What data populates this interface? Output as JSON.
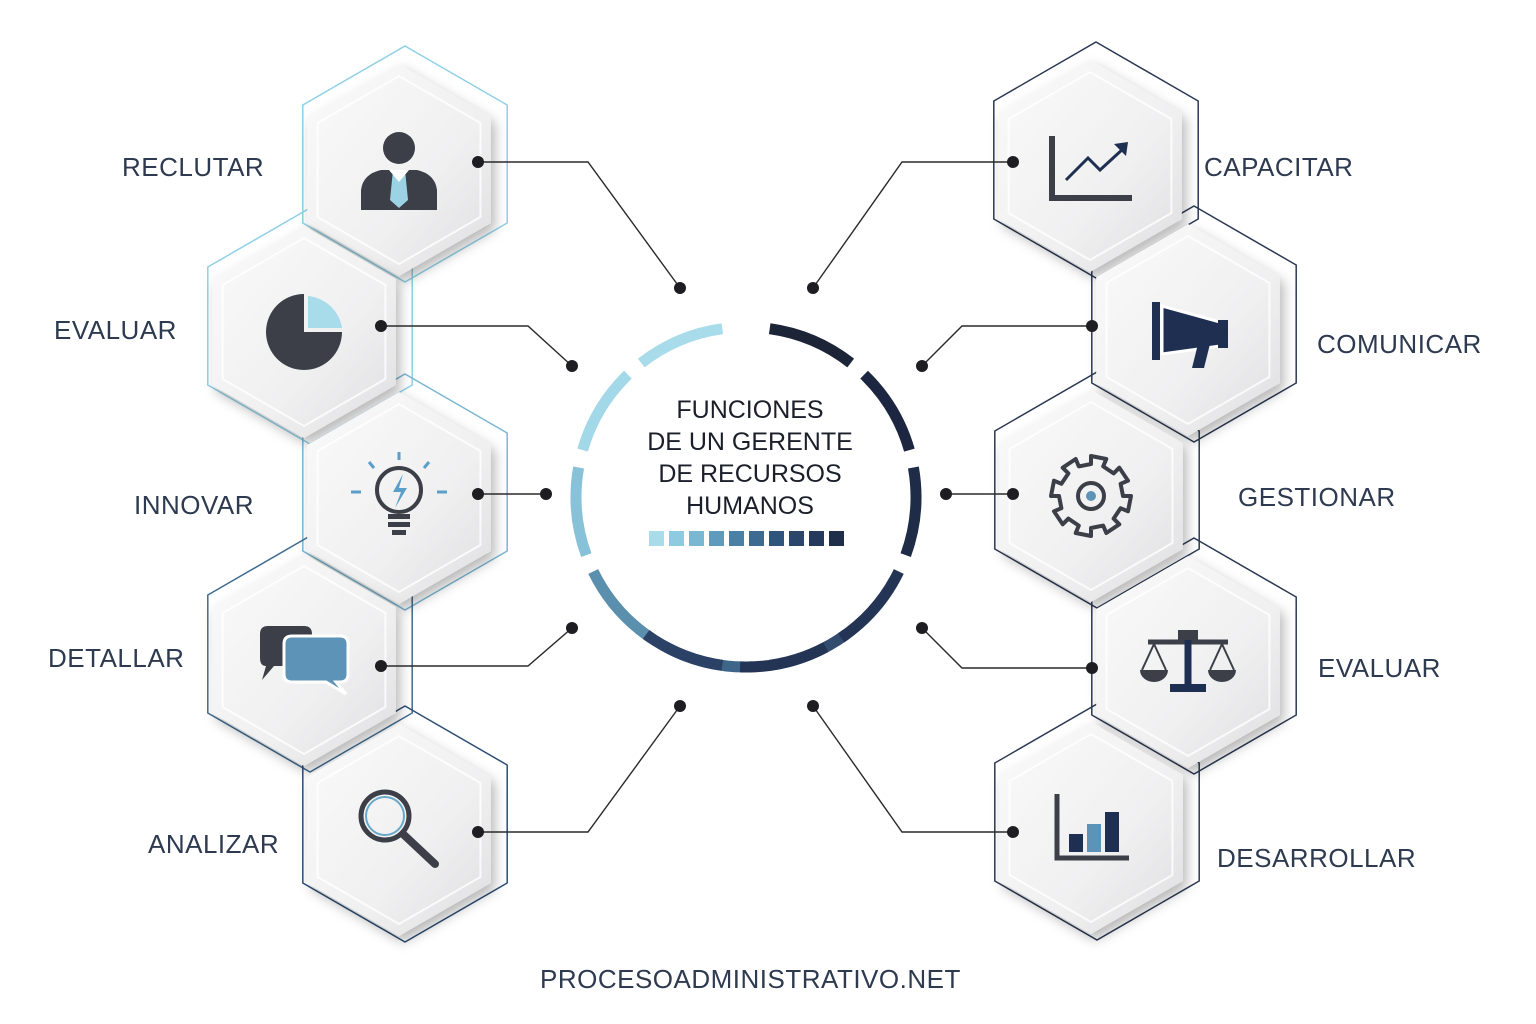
{
  "center": {
    "title_lines": [
      "FUNCIONES",
      "DE UN GERENTE",
      "DE RECURSOS",
      "HUMANOS"
    ]
  },
  "left_items": [
    {
      "label": "RECLUTAR",
      "icon": "person-icon"
    },
    {
      "label": "EVALUAR",
      "icon": "pie-chart-icon"
    },
    {
      "label": "INNOVAR",
      "icon": "lightbulb-icon"
    },
    {
      "label": "DETALLAR",
      "icon": "chat-bubbles-icon"
    },
    {
      "label": "ANALIZAR",
      "icon": "magnifier-icon"
    }
  ],
  "right_items": [
    {
      "label": "CAPACITAR",
      "icon": "growth-chart-icon"
    },
    {
      "label": "COMUNICAR",
      "icon": "megaphone-icon"
    },
    {
      "label": "GESTIONAR",
      "icon": "gear-icon"
    },
    {
      "label": "EVALUAR",
      "icon": "scale-icon"
    },
    {
      "label": "DESARROLLAR",
      "icon": "bar-chart-icon"
    }
  ],
  "footer": {
    "text": "PROCESOADMINISTRATIVO.NET"
  },
  "colors": {
    "light_blue": "#a8dcea",
    "mid_blue": "#5a8fb0",
    "navy": "#1f2f52",
    "dark_navy": "#1c2438",
    "icon_gray": "#3c3f47",
    "label": "#2d3a4f"
  }
}
